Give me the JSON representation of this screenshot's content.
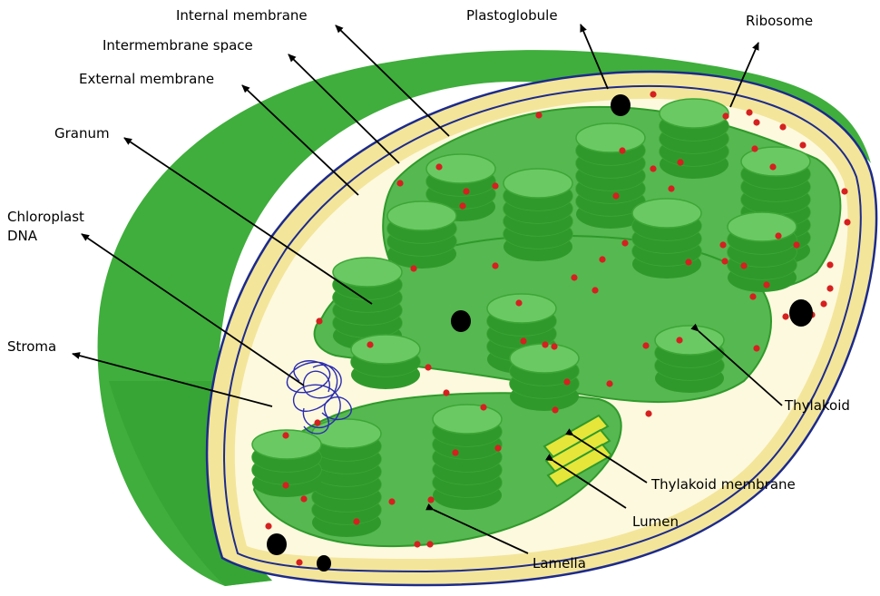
{
  "labels": {
    "internal_membrane": "Internal membrane",
    "intermembrane_space": "Intermembrane space",
    "external_membrane": "External membrane",
    "granum": "Granum",
    "chloroplast_dna_line1": "Chloroplast",
    "chloroplast_dna_line2": "DNA",
    "stroma": "Stroma",
    "plastoglobule": "Plastoglobule",
    "ribosome": "Ribosome",
    "thylakoid": "Thylakoid",
    "thylakoid_membrane": "Thylakoid membrane",
    "lumen": "Lumen",
    "lamella": "Lamella"
  },
  "colors": {
    "outer_shell": "#3fae3c",
    "outer_shell_light": "#5fc65a",
    "membrane_band": "#f3e59a",
    "membrane_line": "#1c2a8c",
    "stroma_fill": "#fdf9de",
    "lamella": "#56b850",
    "granum_disc": "#66c45f",
    "granum_edge": "#2f9a2b",
    "ribosome": "#d62020",
    "plastoglobule": "#000000",
    "dna": "#2b2bb0",
    "lumen": "#e6e63a"
  }
}
